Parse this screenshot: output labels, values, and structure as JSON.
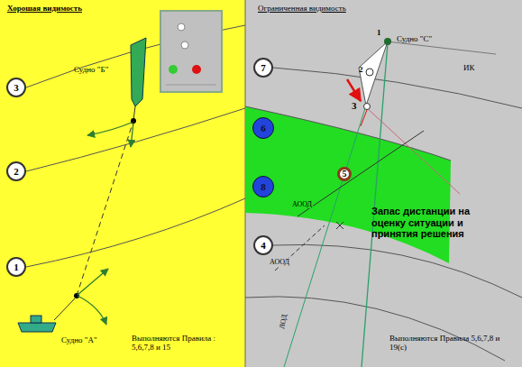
{
  "diagram": {
    "nodes": [
      {
        "text": [
          "3"
        ]
      },
      {
        "text": [
          "2"
        ]
      },
      {
        "text": [
          "1"
        ]
      },
      {
        "text": [
          "7"
        ]
      },
      {
        "text": [
          "6"
        ]
      },
      {
        "text": [
          "8"
        ]
      },
      {
        "text": [
          "5"
        ]
      },
      {
        "text": [
          "4"
        ]
      }
    ],
    "labels": [
      "Хорошая видимость",
      "Судно \"Б\"",
      "Судно \"А\"",
      "Выполняются Правила : 5,6,7,8 и 15",
      "Ограниченная видимость",
      "1",
      "Судно \"С\"",
      "2",
      "3",
      "ИК",
      "АООД",
      "АООД",
      "Запас дистанции на оценку ситуации и принятия решения",
      "ЛОД",
      "Выполняются Правила 5,6,7,8 и 19(с)"
    ]
  }
}
